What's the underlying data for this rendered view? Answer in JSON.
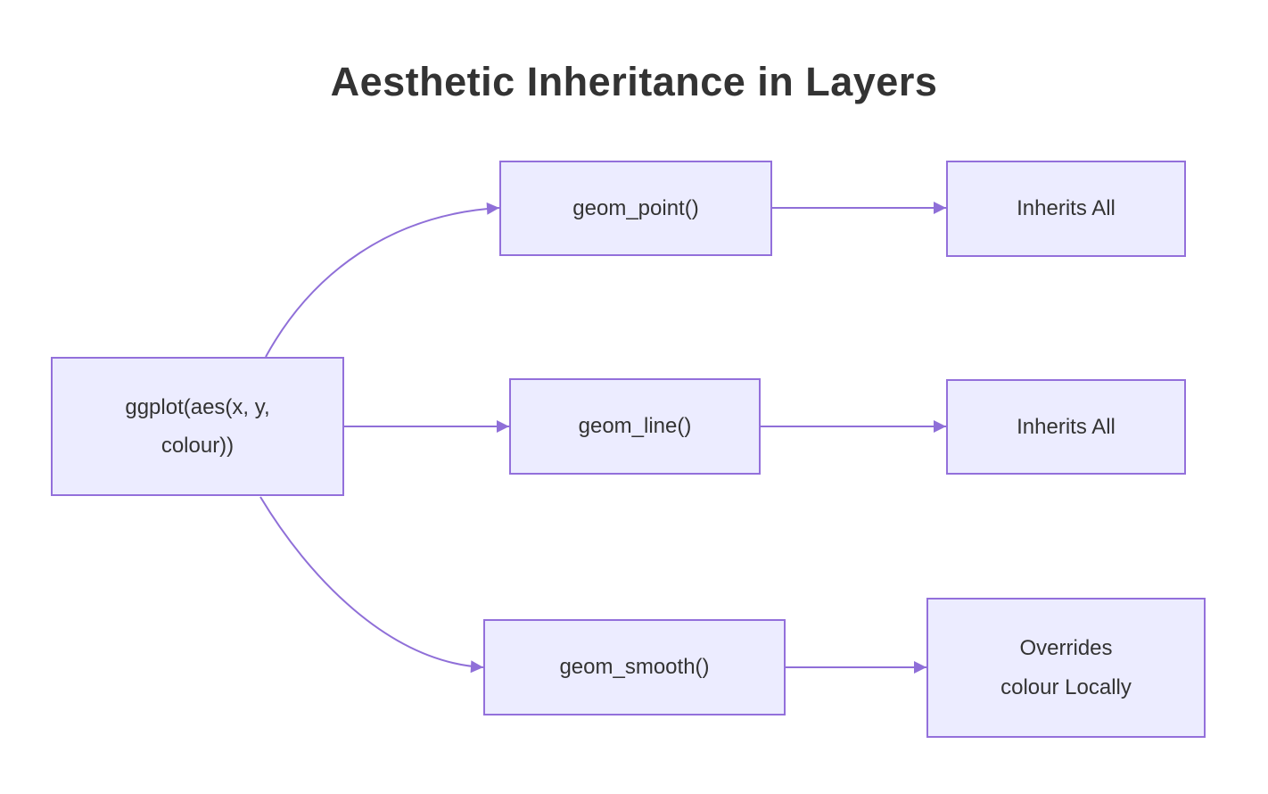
{
  "title": "Aesthetic Inheritance in Layers",
  "colors": {
    "node_fill": "#ECECFF",
    "node_border": "#9370DB",
    "edge_color": "#8F6FD8",
    "text_color": "#333333",
    "background": "#FFFFFF"
  },
  "nodes": [
    {
      "id": "ggplot",
      "lines": [
        "ggplot(aes(x, y,",
        "colour))"
      ]
    },
    {
      "id": "geom-point",
      "lines": [
        "geom_point()"
      ]
    },
    {
      "id": "inherits-all-top",
      "lines": [
        "Inherits All"
      ]
    },
    {
      "id": "geom-line",
      "lines": [
        "geom_line()"
      ]
    },
    {
      "id": "inherits-all-middle",
      "lines": [
        "Inherits All"
      ]
    },
    {
      "id": "geom-smooth",
      "lines": [
        "geom_smooth()"
      ]
    },
    {
      "id": "overrides",
      "lines": [
        "Overrides",
        "colour Locally"
      ]
    }
  ],
  "edges": [
    {
      "from": "ggplot",
      "to": "geom-point"
    },
    {
      "from": "ggplot",
      "to": "geom-line"
    },
    {
      "from": "ggplot",
      "to": "geom-smooth"
    },
    {
      "from": "geom-point",
      "to": "inherits-all-top"
    },
    {
      "from": "geom-line",
      "to": "inherits-all-middle"
    },
    {
      "from": "geom-smooth",
      "to": "overrides"
    }
  ]
}
